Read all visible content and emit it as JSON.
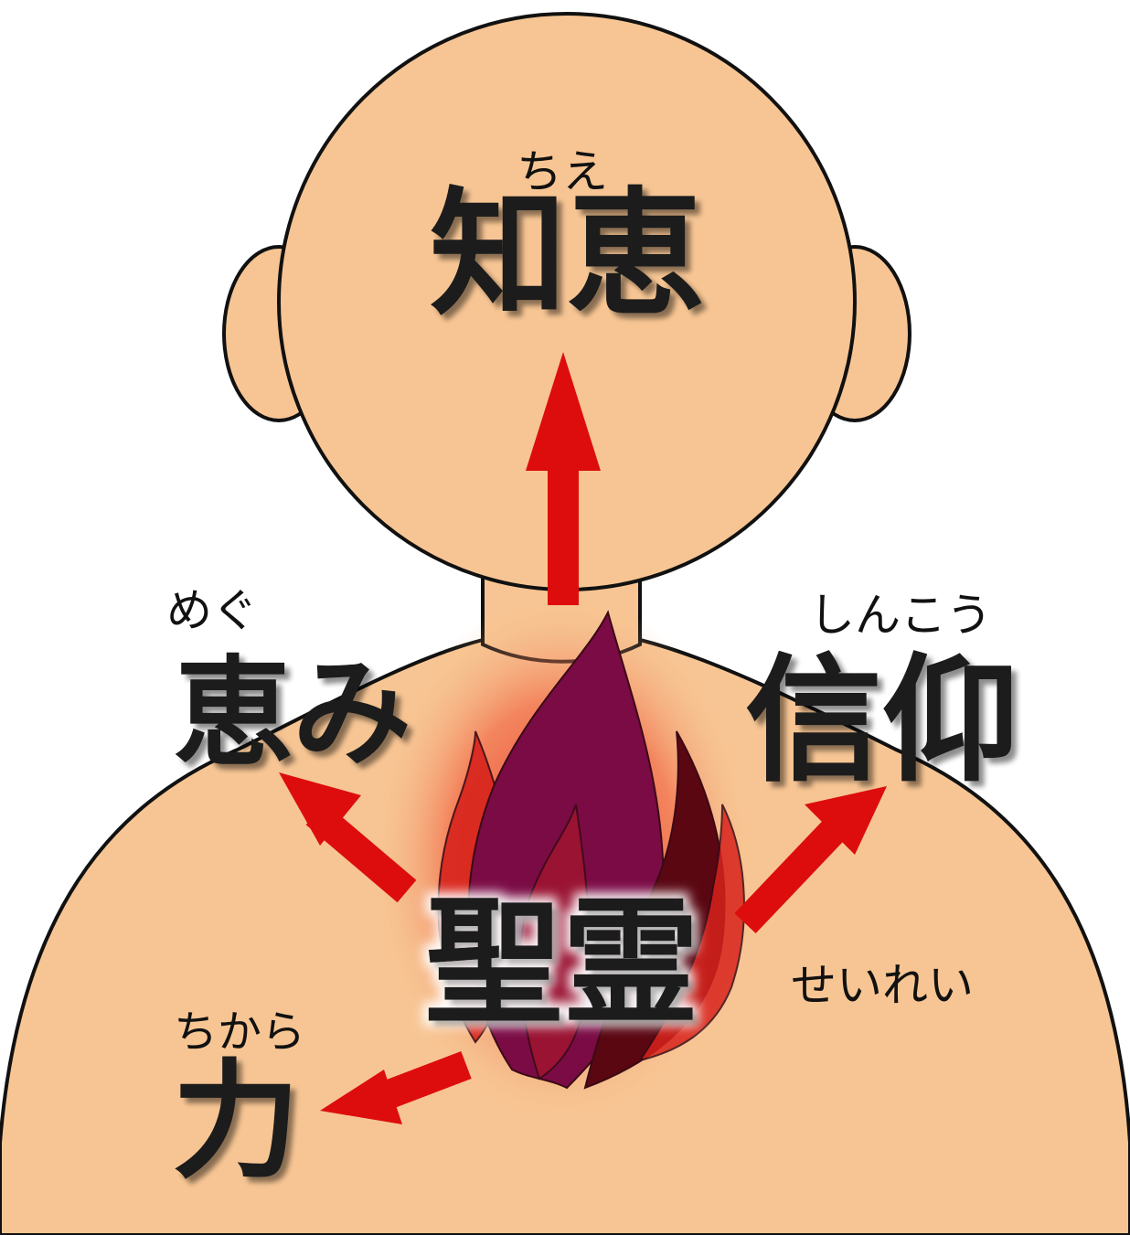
{
  "colors": {
    "skin": "#f7c593",
    "outline": "#111111",
    "arrow": "#dd0d0d",
    "glow": "#e8332a",
    "flame_purple": "#7a0b45",
    "flame_red": "#d8231c",
    "flame_dark": "#5a0712"
  },
  "labels": {
    "chie_kanji": "知恵",
    "chie_kana": "ちえ",
    "megumi_kanji": "恵み",
    "megumi_kana": "めぐ",
    "shinko_kanji": "信仰",
    "shinko_kana": "しんこう",
    "seirei_kanji": "聖霊",
    "seirei_kana": "せいれい",
    "chikara_kanji": "力",
    "chikara_kana": "ちから"
  }
}
